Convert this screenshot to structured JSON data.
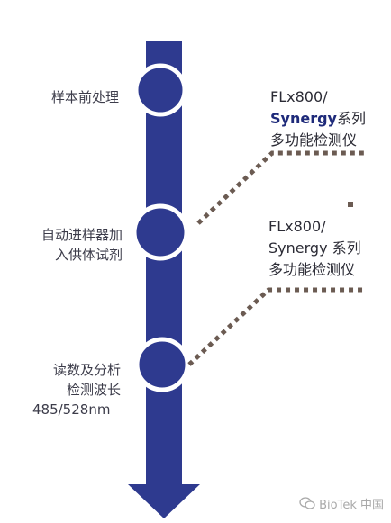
{
  "process": {
    "steps": [
      {
        "lines": [
          "样本前处理"
        ]
      },
      {
        "lines": [
          "自动进样器加",
          "入供体试剂"
        ]
      },
      {
        "lines": [
          "读数及分析",
          "检测波长"
        ]
      }
    ],
    "wavelength": "485/528nm"
  },
  "devices": [
    {
      "model": "FLx800/",
      "bold_name": "Synergy",
      "suffix": "系列",
      "desc": "多功能检测仪"
    },
    {
      "model": "FLx800/",
      "bold_name": "Synergy",
      "suffix": " 系列",
      "desc": "多功能检测仪"
    }
  ],
  "watermark": {
    "text": "BioTek 中国",
    "icon": "wechat-icon"
  },
  "colors": {
    "arrow": "#2e3a8f",
    "dots": "#6b5b52",
    "text": "#3c3c4a"
  }
}
